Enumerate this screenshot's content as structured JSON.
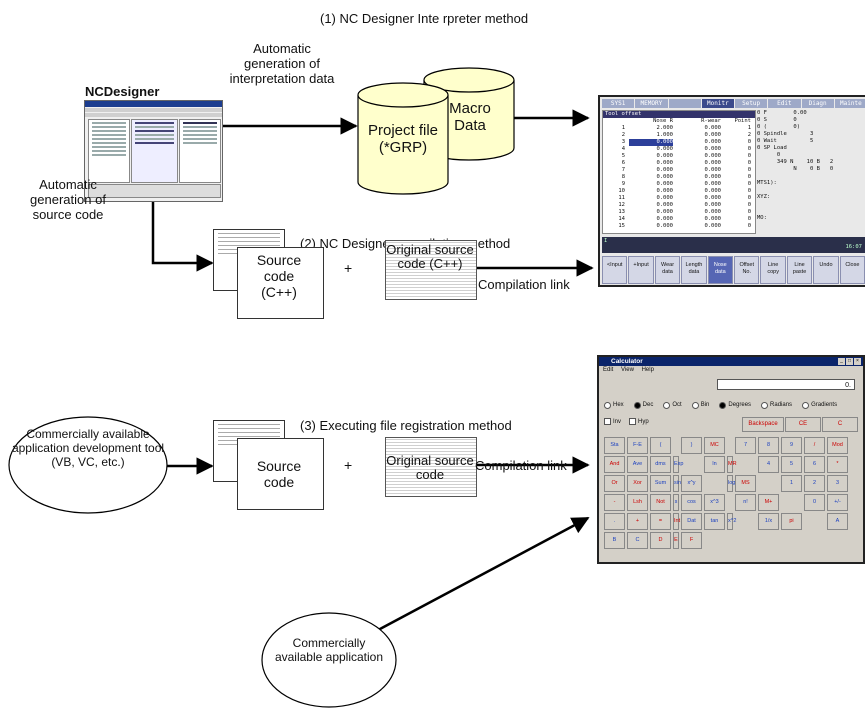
{
  "heading_method1": "(1) NC Designer Inte rpreter method",
  "heading_method2": "(2) NC Designer compilation method",
  "heading_method3": "(3) Executing file registration method",
  "ncdesigner_title": "NCDesigner",
  "auto_interp_text": "Automatic generation of interpretation data",
  "auto_source_text": "Automatic generation of source code",
  "cyl_project": "Project file (*GRP)",
  "cyl_macro": "Macro Data",
  "source_cpp": "Source code (C++)",
  "original_cpp": "Original source code (C++)",
  "plus": "+",
  "compilation_link_1": "Compilation link",
  "compilation_link_2": "Compilation link",
  "source_code": "Source code",
  "original_code": "Original source code",
  "tool_oval": "Commercially available application development tool (VB, VC, etc.)",
  "app_oval": "Commercially available application",
  "nc_screen": {
    "tabs": [
      "SYS1",
      "MEMORY",
      "",
      "Monitr",
      "Setup",
      "Edit",
      "Diagn",
      "Mainte"
    ],
    "panel_title": "Tool offset",
    "headers": [
      "",
      "Nose R",
      "R-wear",
      "Point"
    ],
    "rows": [
      [
        "1",
        "2.000",
        "0.000",
        "1"
      ],
      [
        "2",
        "1.000",
        "0.000",
        "2"
      ],
      [
        "3",
        "0.000",
        "0.000",
        "0"
      ],
      [
        "4",
        "0.000",
        "0.000",
        "0"
      ],
      [
        "5",
        "0.000",
        "0.000",
        "0"
      ],
      [
        "6",
        "0.000",
        "0.000",
        "0"
      ],
      [
        "7",
        "0.000",
        "0.000",
        "0"
      ],
      [
        "8",
        "0.000",
        "0.000",
        "0"
      ],
      [
        "9",
        "0.000",
        "0.000",
        "0"
      ],
      [
        "10",
        "0.000",
        "0.000",
        "0"
      ],
      [
        "11",
        "0.000",
        "0.000",
        "0"
      ],
      [
        "12",
        "0.000",
        "0.000",
        "0"
      ],
      [
        "13",
        "0.000",
        "0.000",
        "0"
      ],
      [
        "14",
        "0.000",
        "0.000",
        "0"
      ],
      [
        "15",
        "0.000",
        "0.000",
        "0"
      ]
    ],
    "right_lines": [
      "0 F        0.00",
      "0 S        0",
      "0 (        0)",
      "0 Spindle       3",
      "0 Wait          5",
      "0 SP Load",
      "      0",
      "      349 N    10 B   2",
      "           N    0 B   0",
      "",
      "MTS1):",
      "",
      "XYZ:",
      "",
      "",
      "MO:"
    ],
    "status_left": "I",
    "status_time": "16:07",
    "softkeys": [
      "<Input",
      "+Input",
      "Wear data",
      "Length data",
      "Nose data",
      "Offset No.",
      "Line copy",
      "Line paste",
      "Undo",
      "Close"
    ],
    "softkey_note": "Offset"
  },
  "calculator": {
    "title": "Calculator",
    "menu": [
      "Edit",
      "View",
      "Help"
    ],
    "display": "0.",
    "radios": [
      "Hex",
      "Dec",
      "Oct",
      "Bin",
      "Degrees",
      "Radians",
      "Gradients"
    ],
    "checks": [
      "Inv",
      "Hyp"
    ],
    "big_buttons": [
      "Backspace",
      "CE",
      "C"
    ],
    "keys": [
      [
        "Sta",
        "F-E",
        "(",
        ")",
        "MC",
        "7",
        "8",
        "9",
        "/",
        "Mod",
        "And"
      ],
      [
        "Ave",
        "dms",
        "Exp",
        "ln",
        "MR",
        "4",
        "5",
        "6",
        "*",
        "Or",
        "Xor"
      ],
      [
        "Sum",
        "sin",
        "x^y",
        "log",
        "MS",
        "1",
        "2",
        "3",
        "-",
        "Lsh",
        "Not"
      ],
      [
        "s",
        "cos",
        "x^3",
        "n!",
        "M+",
        "0",
        "+/-",
        ".",
        "+",
        "=",
        "Int"
      ],
      [
        "Dat",
        "tan",
        "x^2",
        "1/x",
        "pi",
        "A",
        "B",
        "C",
        "D",
        "E",
        "F"
      ]
    ]
  }
}
